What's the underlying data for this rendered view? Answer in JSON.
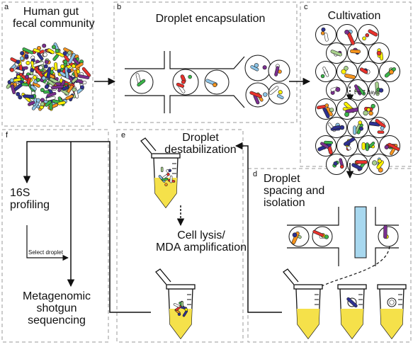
{
  "panels": {
    "a": {
      "letter": "a",
      "title_line1": "Human gut",
      "title_line2": "fecal community"
    },
    "b": {
      "letter": "b",
      "title": "Droplet encapsulation"
    },
    "c": {
      "letter": "c",
      "title": "Cultivation",
      "time_label": "t = 7 days"
    },
    "d": {
      "letter": "d",
      "title_line1": "Droplet",
      "title_line2": "spacing and",
      "title_line3": "isolation"
    },
    "e": {
      "letter": "e",
      "title_line1": "Droplet",
      "title_line2": "destabilization",
      "step2_line1": "Cell lysis/",
      "step2_line2": "MDA amplification"
    },
    "f": {
      "letter": "f",
      "profiling_line1": "16S",
      "profiling_line2": "profiling",
      "select_label": "Select droplet",
      "seq_line1": "Metagenomic",
      "seq_line2": "shotgun",
      "seq_line3": "sequencing"
    }
  },
  "colors": {
    "panel_border": "#9a9a9a",
    "bacteria": [
      "#3bb54a",
      "#7a2f8f",
      "#e8322c",
      "#f7941d",
      "#fff200",
      "#8dc5e8",
      "#2e3192",
      "#a8d08d",
      "#ffffff"
    ],
    "tube_liquid": "#f5e14a",
    "isolation_bar": "#a8d8ef"
  }
}
